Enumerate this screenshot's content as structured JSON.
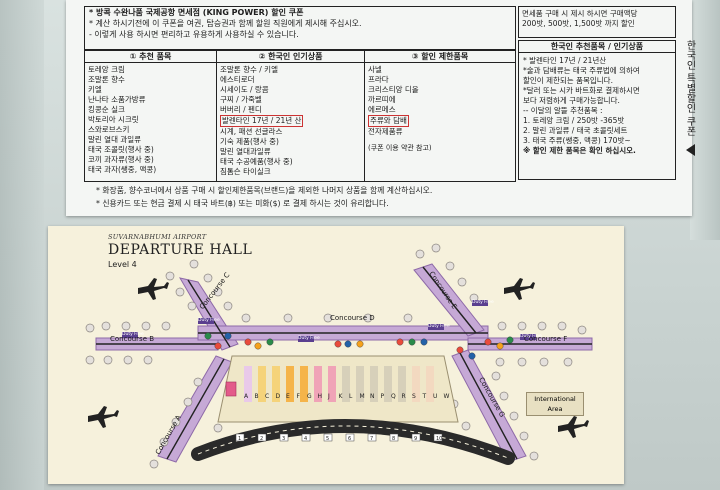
{
  "coupon": {
    "header_lines": [
      "* 방콕 수완나품 국제공항 면세점 (KING POWER) 할인 쿠폰",
      "* 계산 하시기전에 이 쿠폰을 여권, 탑승권과 함께 할원 직원에게 제시해 주십시오.",
      "- 이렇게 사용 하시면 편리하고 유용하게 사용하실 수 있습니다."
    ],
    "note_lines": [
      "면세품 구매 시 제시 하시면 구매액당",
      "200밧, 500밧, 1,500밧 까지 할인"
    ],
    "col1": {
      "heading": "① 추천 품목",
      "items": [
        "토레앙 크림",
        "조말론 향수",
        "키엘",
        "난나타 소품가방류",
        "킹콩순 실크",
        "박토리아 시크릿",
        "스와로브스키",
        "말린 열대 과일류",
        "태국 조콜릿(행사 중)",
        "코끼 과자류(행사 중)",
        "태국 과자(쌩중, 맥콩)"
      ]
    },
    "col2": {
      "heading": "② 한국인 인기상품",
      "items": [
        "조말론 향수 / 키엘",
        "에스티로더",
        "시세이도 / 랑콤",
        "구찌 / 가죽벨",
        "버버리 / 펜디",
        "발렌타인 17년 / 21년 산",
        "시계, 패션 선글라스",
        "기숙 제품(행사 중)",
        "말린 열대과일류",
        "태국 수공예품(행사 중)",
        "짐톰슨 타이실크"
      ]
    },
    "col3": {
      "heading": "③ 할인 제한품목",
      "items": [
        "사넬",
        "프라다",
        "크리스티앙 디올",
        "까르띠에",
        "에르메스",
        "주류와 담배",
        "전자제품류"
      ],
      "note": "(쿠폰 이용 약관 참고)"
    },
    "rec": {
      "heading": "한국인 추천품목 / 인기상품",
      "lines": [
        "* 발렌타인 17년 / 21년산",
        "*술과 담배류는 태국 주류법에 의하여",
        "  할인이 제한되는 품목입니다.",
        "*달러 또는 시카 바트화로 결제하시면",
        "  보다 저렴하게 구매가능합니다.",
        "",
        "-- 이달의 알뜰 추천품목 :",
        "1. 토레앙 크림 / 250밧 -365밧",
        "2. 말린 과일류 / 태국 초콜릿세트",
        "3. 태국 주류(쌩중, 맥콩) 170밧~",
        "※ 할인 제한 품목은 확인 하십시오."
      ]
    },
    "footer_lines": [
      "* 화장품, 향수코너에서 상품 구매 시 할인제한품목(브랜드)을 제외한 나머지 상품을 함께 계산하십시오.",
      "* 신용카드 또는 현금 결제 시 태국 바트(฿) 또는 미화($) 로 결제 하시는 것이 유리합니다."
    ],
    "vertical_text": "한국인 특별할인 쿠폰"
  },
  "map": {
    "airport": "SUVARNABHUMI AIRPORT",
    "title": "DEPARTURE HALL",
    "level": "Level 4",
    "concourses": [
      "Concourse A",
      "Concourse B",
      "Concourse C",
      "Concourse D",
      "Concourse E",
      "Concourse F",
      "Concourse G"
    ],
    "international_area": "International Area",
    "duty_free_label": "Duty Free",
    "checkin_rows": [
      "A",
      "B",
      "C",
      "D",
      "E",
      "F",
      "G",
      "H",
      "J",
      "K",
      "L",
      "M",
      "N",
      "P",
      "Q",
      "R",
      "S",
      "T",
      "U",
      "W"
    ],
    "gates": [
      "1",
      "2",
      "3",
      "4",
      "5",
      "6",
      "7",
      "8",
      "9",
      "10"
    ],
    "colors": {
      "concourse": "#c6a9d6",
      "concourse_edge": "#8e6aa8",
      "background": "#f6f1dc",
      "terminal": "#d8cfa8"
    }
  }
}
